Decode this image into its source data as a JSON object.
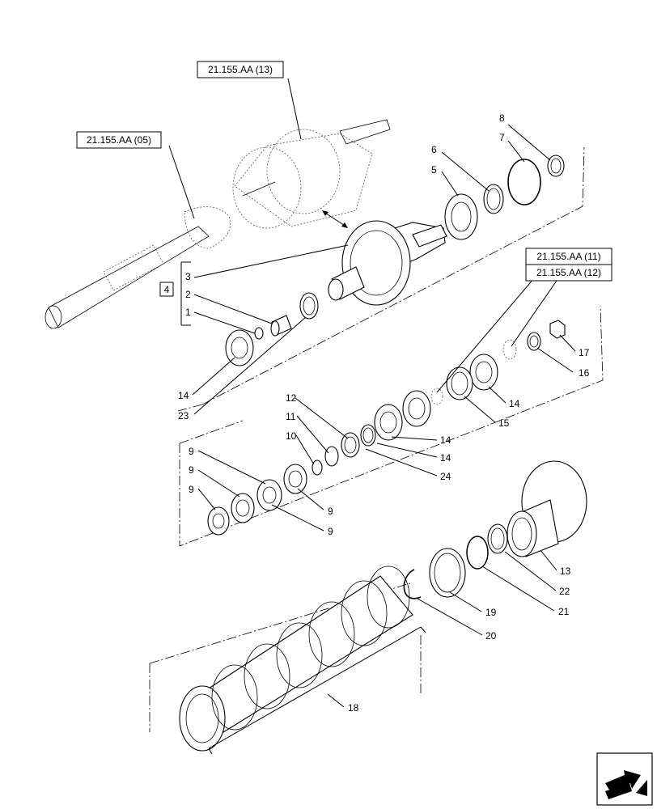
{
  "references": [
    {
      "id": "ref-13",
      "text": "21.155.AA (13)"
    },
    {
      "id": "ref-05",
      "text": "21.155.AA (05)"
    },
    {
      "id": "ref-11",
      "text": "21.155.AA (11)"
    },
    {
      "id": "ref-12",
      "text": "21.155.AA (12)"
    }
  ],
  "group_box": "4",
  "callouts": {
    "c8": "8",
    "c7": "7",
    "c6": "6",
    "c5": "5",
    "c3": "3",
    "c2": "2",
    "c1": "1",
    "c14a": "14",
    "c23": "23",
    "c17": "17",
    "c16": "16",
    "c14b": "14",
    "c15": "15",
    "c12": "12",
    "c11": "11",
    "c10": "10",
    "c14c": "14",
    "c14d": "14",
    "c24": "24",
    "c9a": "9",
    "c9b": "9",
    "c9c": "9",
    "c9d": "9",
    "c9e": "9",
    "c13": "13",
    "c22": "22",
    "c21": "21",
    "c19": "19",
    "c20": "20",
    "c18": "18"
  },
  "icons": {
    "nav": "next-page-arrow-icon"
  }
}
